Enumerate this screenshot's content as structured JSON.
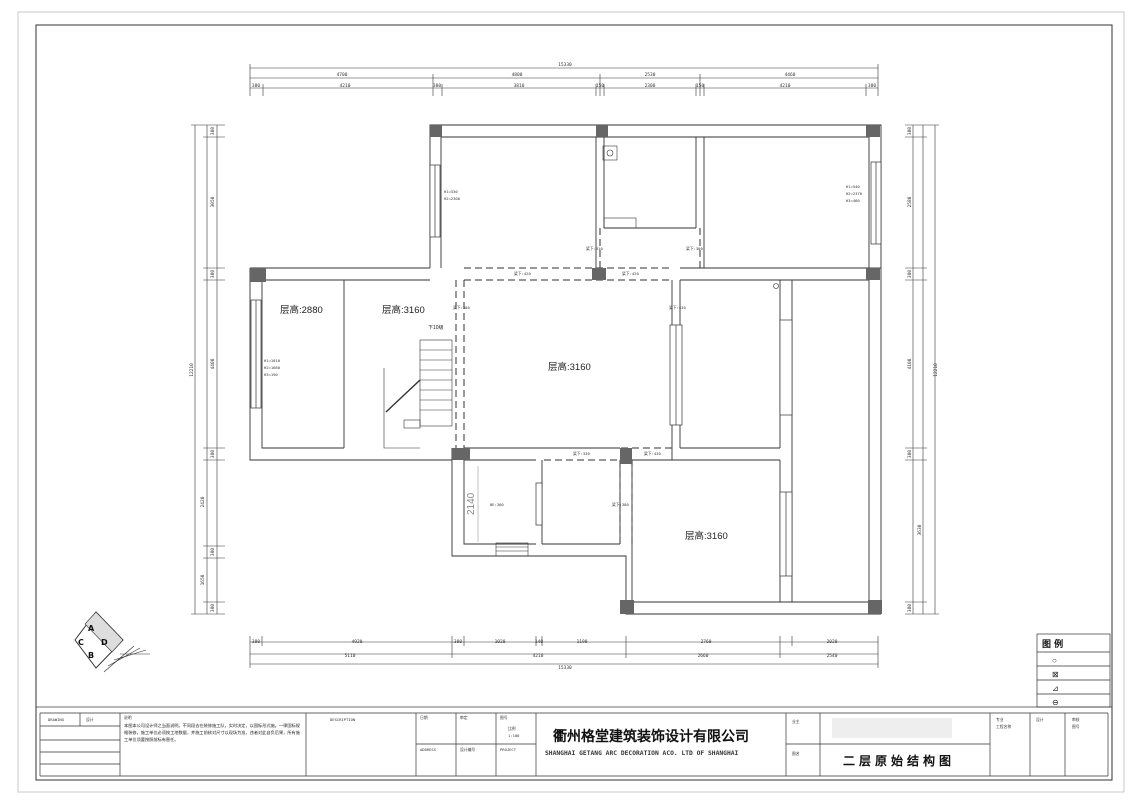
{
  "drawing": {
    "rooms": [
      {
        "id": "r1",
        "height": "层高:2880"
      },
      {
        "id": "r2",
        "height": "层高:3160"
      },
      {
        "id": "r3",
        "height": "层高:3160"
      },
      {
        "id": "r4",
        "height": "层高:3160"
      }
    ],
    "beams": [
      "梁下:310",
      "梁下:300",
      "梁下:420",
      "梁下:420",
      "梁下:380",
      "梁下:430",
      "梁下:330",
      "梁下:430",
      "梁下:380"
    ],
    "stair_note": "下10级",
    "window_notes": {
      "w1": [
        "H1=530",
        "H2=2300"
      ],
      "w2": [
        "H1=540",
        "H2=2370",
        "H3=460"
      ],
      "w3": [
        "H1=1010",
        "H2=1680",
        "H3=190"
      ]
    },
    "vertical_dim": "2140",
    "bathroom_note": "BE:360"
  },
  "dims": {
    "top_total": "15330",
    "top_row1": [
      "4700",
      "4800",
      "2530",
      "4460"
    ],
    "top_row2": [
      "380",
      "4210",
      "380",
      "3810",
      "150",
      "2300",
      "150",
      "4210",
      "380"
    ],
    "bottom_total": "15330",
    "bottom_row1": [
      "380",
      "4920",
      "380",
      "1020",
      "140",
      "1190",
      "2760",
      "2020"
    ],
    "bottom_row2": [
      "5110",
      "4210",
      "2660",
      "2540"
    ],
    "left_col": [
      "380",
      "3050",
      "380",
      "4400",
      "380",
      "2420",
      "380",
      "1650",
      "380"
    ],
    "left_total": "12210",
    "right_col": [
      "380",
      "2580",
      "380",
      "4100",
      "380",
      "3630",
      "380"
    ],
    "right_total": "12210"
  },
  "legend": {
    "title": "图 例",
    "symbols": [
      "○",
      "⊠",
      "⊿",
      "⊖"
    ]
  },
  "logo_letters": [
    "A",
    "B",
    "C",
    "D"
  ],
  "title_block": {
    "company_cn": "衢州格堂建筑装饰设计有限公司",
    "company_en": "SHANGHAI GETANG ARC DECORATION  ACO. LTD OF SHANGHAI",
    "drawing_title": "二层原始结构图",
    "notes": "本图本公司设计师之当面说明。不同段去在装修施工队，实时决定，以国标形式施。一律国标规格装修，施工单位必须按工地数据，并施工前核对尺寸以现场为准，违者对此自负后果，所有施工单位须要按照前标有害任。",
    "cells": [
      "DRAWING",
      "设计",
      "说明",
      "DESCRIPTION",
      "日期",
      "审定",
      "图号",
      "ADDRESS",
      "设计编号",
      "PROJECT",
      "比例",
      "1:100",
      "业主",
      "图名",
      "专业",
      "设计",
      "审核",
      "工程名称",
      "图号"
    ]
  }
}
